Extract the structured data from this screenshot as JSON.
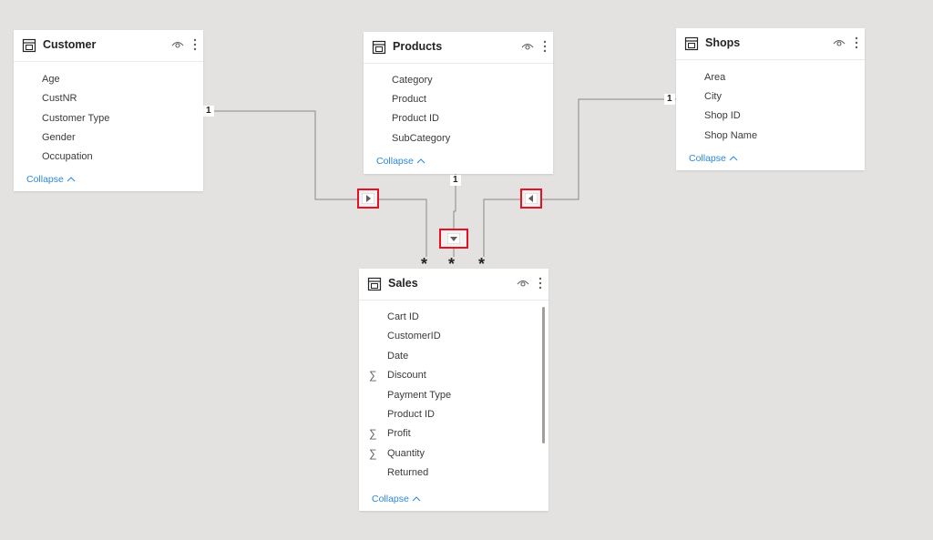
{
  "tables": {
    "customer": {
      "title": "Customer",
      "fields": [
        "Age",
        "CustNR",
        "Customer Type",
        "Gender",
        "Occupation"
      ],
      "collapse_label": "Collapse"
    },
    "products": {
      "title": "Products",
      "fields": [
        "Category",
        "Product",
        "Product ID",
        "SubCategory"
      ],
      "collapse_label": "Collapse"
    },
    "shops": {
      "title": "Shops",
      "fields": [
        "Area",
        "City",
        "Shop ID",
        "Shop Name"
      ],
      "collapse_label": "Collapse"
    },
    "sales": {
      "title": "Sales",
      "fields": [
        {
          "name": "Cart ID",
          "sigma": false
        },
        {
          "name": "CustomerID",
          "sigma": false
        },
        {
          "name": "Date",
          "sigma": false
        },
        {
          "name": "Discount",
          "sigma": true
        },
        {
          "name": "Payment Type",
          "sigma": false
        },
        {
          "name": "Product ID",
          "sigma": false
        },
        {
          "name": "Profit",
          "sigma": true
        },
        {
          "name": "Quantity",
          "sigma": true
        },
        {
          "name": "Returned",
          "sigma": false
        }
      ],
      "collapse_label": "Collapse"
    }
  },
  "relationships": {
    "one_label": "1",
    "many_label": "*",
    "sigma_symbol": "∑"
  },
  "colors": {
    "canvas": "#e3e2e0",
    "highlight": "#e81123",
    "link": "#2b88d8"
  },
  "icons": {
    "table": "table-icon",
    "visibility": "eye-icon",
    "more": "more-options-icon",
    "collapse": "chevron-up-icon",
    "filter_right": "filter-direction-right-icon",
    "filter_down": "filter-direction-down-icon",
    "filter_left": "filter-direction-left-icon"
  }
}
